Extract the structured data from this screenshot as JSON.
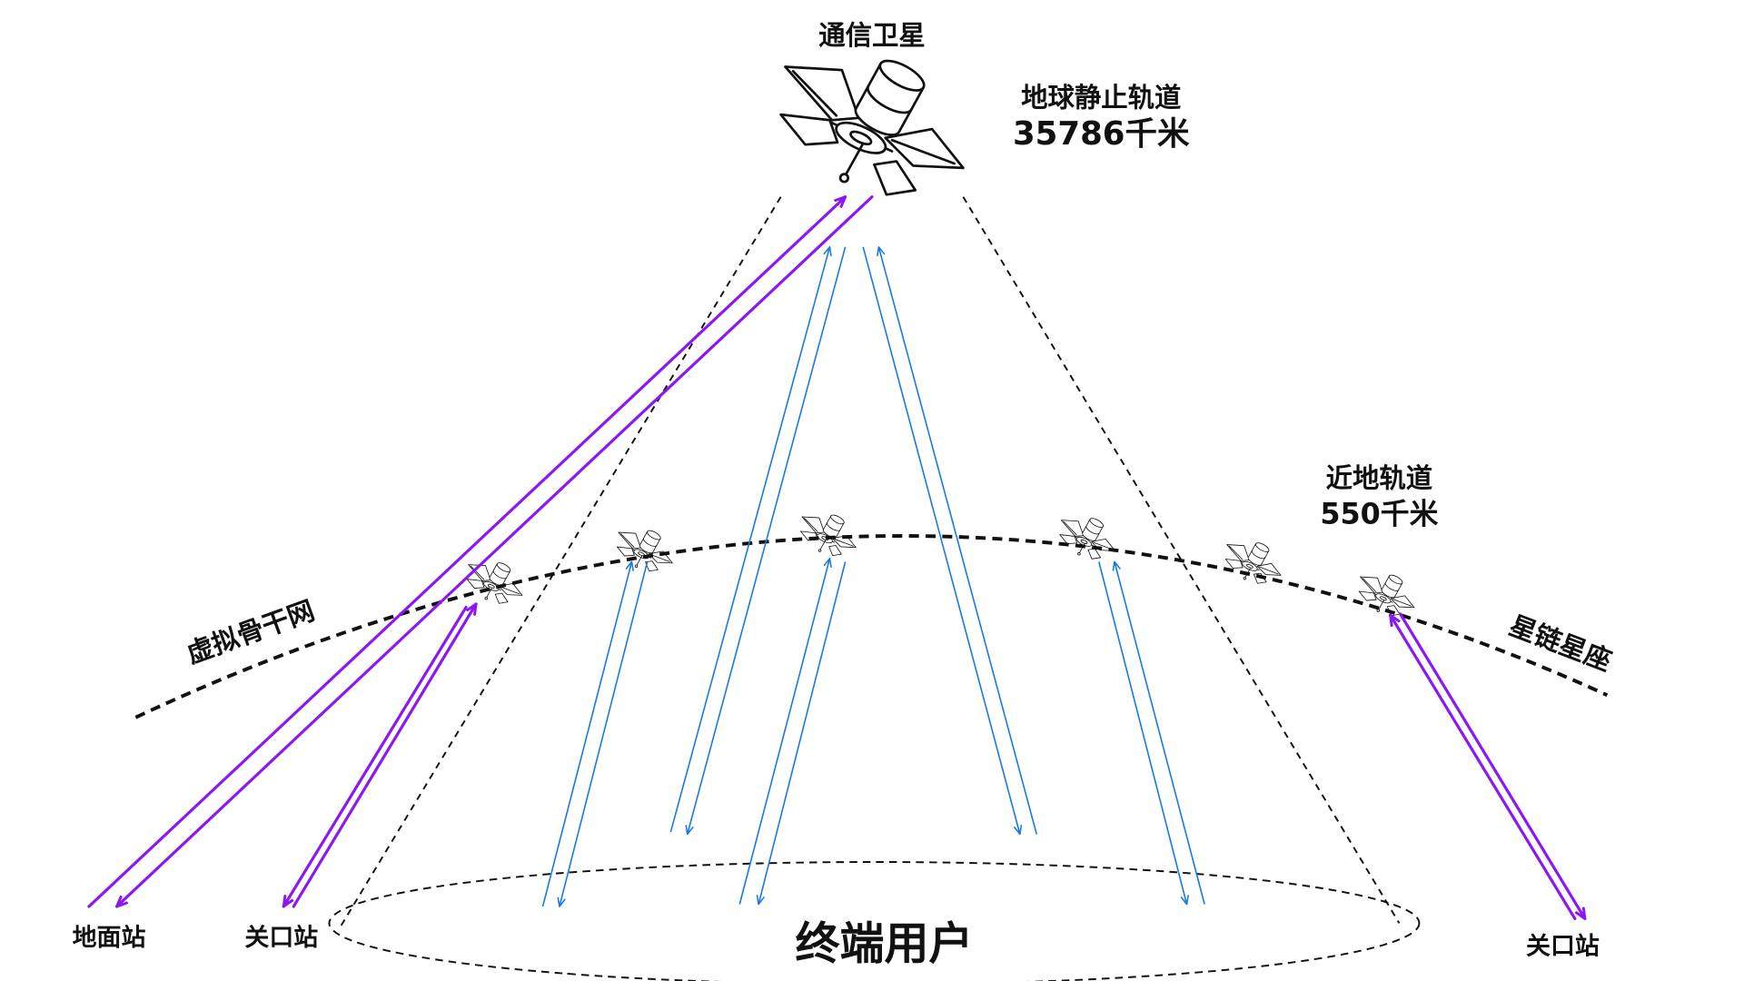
{
  "labels": {
    "geo_satellite": "通信卫星",
    "geo_orbit": "地球静止轨道",
    "geo_altitude": "35786千米",
    "leo_orbit": "近地轨道",
    "leo_altitude": "550千米",
    "backbone": "虚拟骨干网",
    "constellation": "星链星座",
    "ground_station": "地面站",
    "gateway_left": "关口站",
    "gateway_right": "关口站",
    "terminal_users": "终端用户"
  },
  "colors": {
    "purple_link": "#8b17f3",
    "blue_link": "#1a78e6",
    "ink": "#111111",
    "background": "#ffffff"
  },
  "icons": {
    "geo_satellite": "satellite-icon",
    "leo_satellite": "satellite-icon"
  }
}
